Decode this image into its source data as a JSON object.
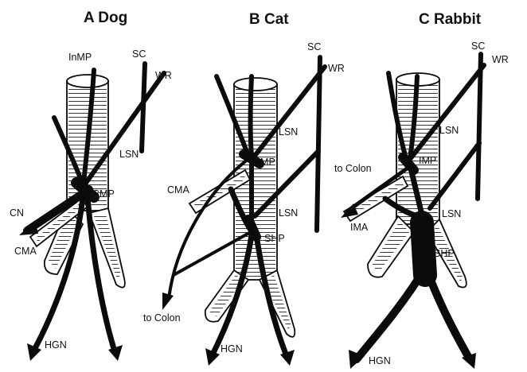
{
  "panels": [
    {
      "title": "A Dog",
      "labels": {
        "inmp": "InMP",
        "sc": "SC",
        "wr": "WR",
        "lsn": "LSN",
        "cmp": "CMP",
        "cn": "CN",
        "cma": "CMA",
        "hgn": "HGN"
      }
    },
    {
      "title": "B Cat",
      "labels": {
        "sc": "SC",
        "wr": "WR",
        "lsn1": "LSN",
        "cmp": "CMP",
        "cma": "CMA",
        "lsn2": "LSN",
        "shp": "SHP",
        "colon": "to Colon",
        "hgn": "HGN"
      }
    },
    {
      "title": "C Rabbit",
      "labels": {
        "sc": "SC",
        "wr": "WR",
        "lsn1": "LSN",
        "colon": "to Colon",
        "imp": "IMP",
        "ima": "IMA",
        "lsn2": "LSN",
        "shp": "SHP",
        "hgn": "HGN"
      }
    }
  ]
}
